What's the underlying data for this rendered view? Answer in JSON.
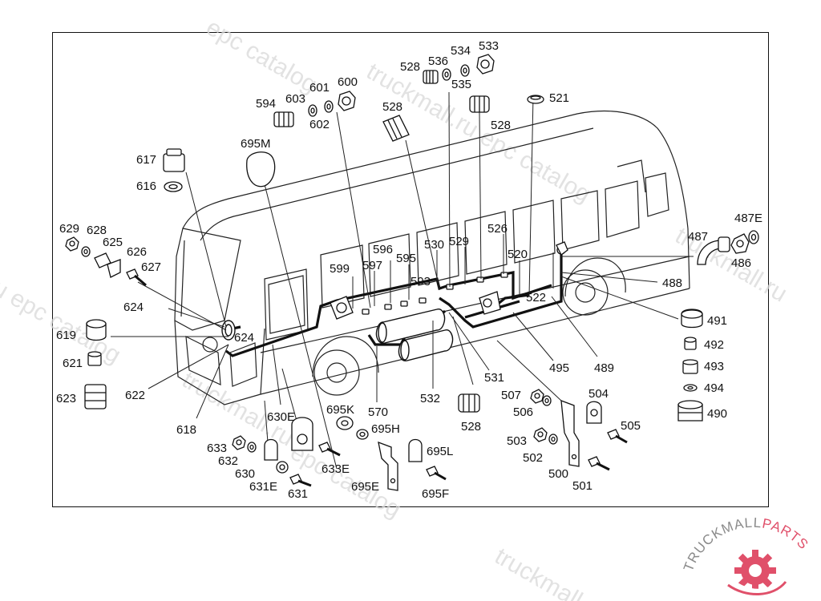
{
  "watermark": {
    "catalog": "epc catalog",
    "ru_catalog": "truckmall.ru epc catalog",
    "domain": "truckmall.ru",
    "short": "ru epc catalog"
  },
  "brand": {
    "name_part1": "TRUCKMALL",
    "name_part2": "PARTS",
    "color_dark": "#8a8a8a",
    "color_accent": "#e0506a"
  },
  "part_labels": [
    {
      "id": "p533",
      "text": "533"
    },
    {
      "id": "p534",
      "text": "534"
    },
    {
      "id": "p528a",
      "text": "528"
    },
    {
      "id": "p536",
      "text": "536"
    },
    {
      "id": "p535",
      "text": "535"
    },
    {
      "id": "p521",
      "text": "521"
    },
    {
      "id": "p600",
      "text": "600"
    },
    {
      "id": "p601",
      "text": "601"
    },
    {
      "id": "p594",
      "text": "594"
    },
    {
      "id": "p603",
      "text": "603"
    },
    {
      "id": "p602",
      "text": "602"
    },
    {
      "id": "p528b",
      "text": "528"
    },
    {
      "id": "p528c",
      "text": "528"
    },
    {
      "id": "p695M",
      "text": "695M"
    },
    {
      "id": "p617",
      "text": "617"
    },
    {
      "id": "p616",
      "text": "616"
    },
    {
      "id": "p629",
      "text": "629"
    },
    {
      "id": "p628",
      "text": "628"
    },
    {
      "id": "p625",
      "text": "625"
    },
    {
      "id": "p626",
      "text": "626"
    },
    {
      "id": "p627",
      "text": "627"
    },
    {
      "id": "p624a",
      "text": "624"
    },
    {
      "id": "p619",
      "text": "619"
    },
    {
      "id": "p624b",
      "text": "624"
    },
    {
      "id": "p621",
      "text": "621"
    },
    {
      "id": "p622",
      "text": "622"
    },
    {
      "id": "p623",
      "text": "623"
    },
    {
      "id": "p618",
      "text": "618"
    },
    {
      "id": "p599",
      "text": "599"
    },
    {
      "id": "p597",
      "text": "597"
    },
    {
      "id": "p596",
      "text": "596"
    },
    {
      "id": "p595",
      "text": "595"
    },
    {
      "id": "p593",
      "text": "593"
    },
    {
      "id": "p530",
      "text": "530"
    },
    {
      "id": "p529",
      "text": "529"
    },
    {
      "id": "p526",
      "text": "526"
    },
    {
      "id": "p520",
      "text": "520"
    },
    {
      "id": "p522",
      "text": "522"
    },
    {
      "id": "p487",
      "text": "487"
    },
    {
      "id": "p487E",
      "text": "487E"
    },
    {
      "id": "p486",
      "text": "486"
    },
    {
      "id": "p488",
      "text": "488"
    },
    {
      "id": "p491",
      "text": "491"
    },
    {
      "id": "p492",
      "text": "492"
    },
    {
      "id": "p493",
      "text": "493"
    },
    {
      "id": "p494",
      "text": "494"
    },
    {
      "id": "p490",
      "text": "490"
    },
    {
      "id": "p495",
      "text": "495"
    },
    {
      "id": "p489",
      "text": "489"
    },
    {
      "id": "p531",
      "text": "531"
    },
    {
      "id": "p532",
      "text": "532"
    },
    {
      "id": "p570",
      "text": "570"
    },
    {
      "id": "p528d",
      "text": "528"
    },
    {
      "id": "p507",
      "text": "507"
    },
    {
      "id": "p506",
      "text": "506"
    },
    {
      "id": "p504",
      "text": "504"
    },
    {
      "id": "p505",
      "text": "505"
    },
    {
      "id": "p503",
      "text": "503"
    },
    {
      "id": "p502",
      "text": "502"
    },
    {
      "id": "p500",
      "text": "500"
    },
    {
      "id": "p501",
      "text": "501"
    },
    {
      "id": "p630E",
      "text": "630E"
    },
    {
      "id": "p695K",
      "text": "695K"
    },
    {
      "id": "p695H",
      "text": "695H"
    },
    {
      "id": "p633",
      "text": "633"
    },
    {
      "id": "p632",
      "text": "632"
    },
    {
      "id": "p630",
      "text": "630"
    },
    {
      "id": "p631E",
      "text": "631E"
    },
    {
      "id": "p631",
      "text": "631"
    },
    {
      "id": "p633E",
      "text": "633E"
    },
    {
      "id": "p695E",
      "text": "695E"
    },
    {
      "id": "p695L",
      "text": "695L"
    },
    {
      "id": "p695F",
      "text": "695F"
    }
  ]
}
